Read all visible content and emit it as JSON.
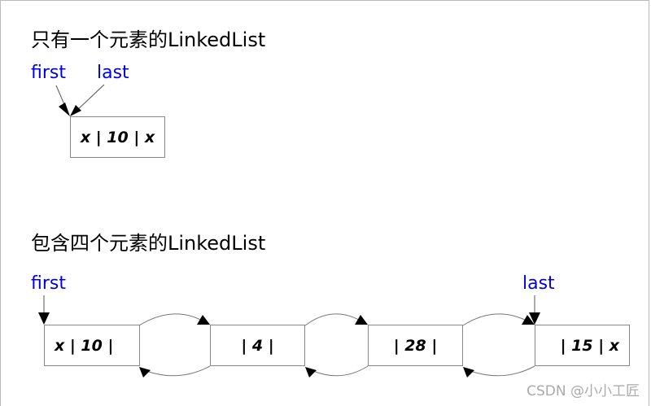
{
  "diagram": {
    "section1": {
      "title": "只有一个元素的LinkedList",
      "first_label": "first",
      "last_label": "last",
      "nodes": [
        {
          "text": "x | 10 | x"
        }
      ]
    },
    "section2": {
      "title": "包含四个元素的LinkedList",
      "first_label": "first",
      "last_label": "last",
      "nodes": [
        {
          "text": "x | 10 |"
        },
        {
          "text": "| 4 |"
        },
        {
          "text": "| 28 |"
        },
        {
          "text": "| 15 | x"
        }
      ]
    },
    "colors": {
      "pointer": "#0000e6",
      "border": "#888888",
      "text": "#000000"
    }
  },
  "watermark": "CSDN @小小工匠"
}
